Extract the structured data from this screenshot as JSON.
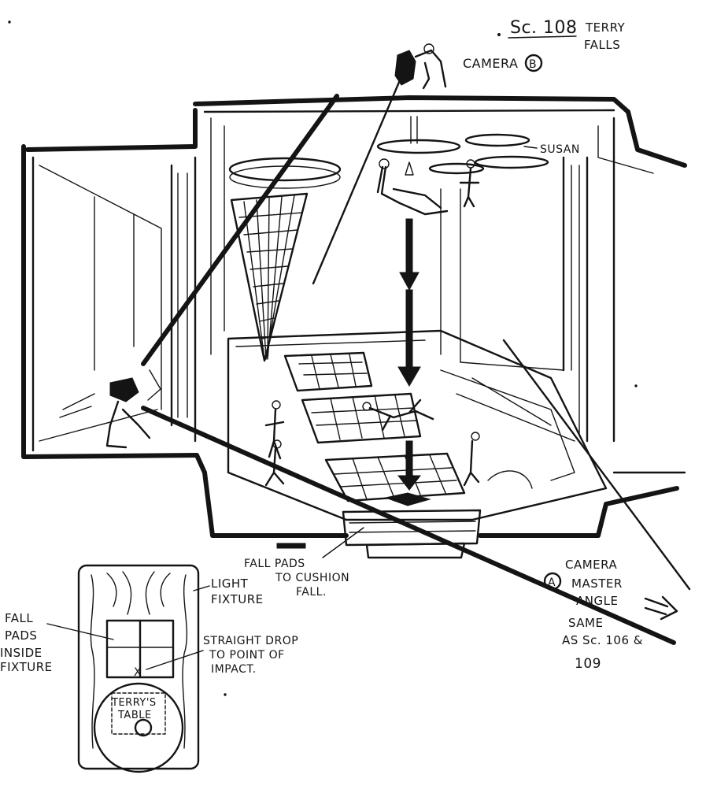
{
  "scene": {
    "number": "Sc. 108",
    "title_line1": "TERRY",
    "title_line2": "FALLS"
  },
  "labels": {
    "camera_b": "CAMERA",
    "camera_b_letter": "B",
    "susan": "SUSAN",
    "fall_pads_line1": "FALL PADS",
    "fall_pads_line2": "TO CUSHION",
    "fall_pads_line3": "FALL.",
    "camera_a": "CAMERA",
    "camera_a_letter": "A",
    "camera_a_line2": "MASTER",
    "camera_a_line3": "ANGLE",
    "same_line1": "SAME",
    "same_line2": "AS Sc. 106 &",
    "same_line3": "109"
  },
  "plan_inset": {
    "light_fixture_line1": "LIGHT",
    "light_fixture_line2": "FIXTURE",
    "fall_pads_line1": "FALL",
    "fall_pads_line2": "PADS",
    "fall_pads_line3": "INSIDE",
    "fall_pads_line4": "FIXTURE",
    "drop_line1": "STRAIGHT DROP",
    "drop_line2": "TO POINT OF",
    "drop_line3": "IMPACT.",
    "terrys_line1": "TERRY'S",
    "terrys_line2": "TABLE",
    "impact_mark": "X"
  },
  "colors": {
    "ink": "#141414",
    "paper": "#ffffff"
  }
}
